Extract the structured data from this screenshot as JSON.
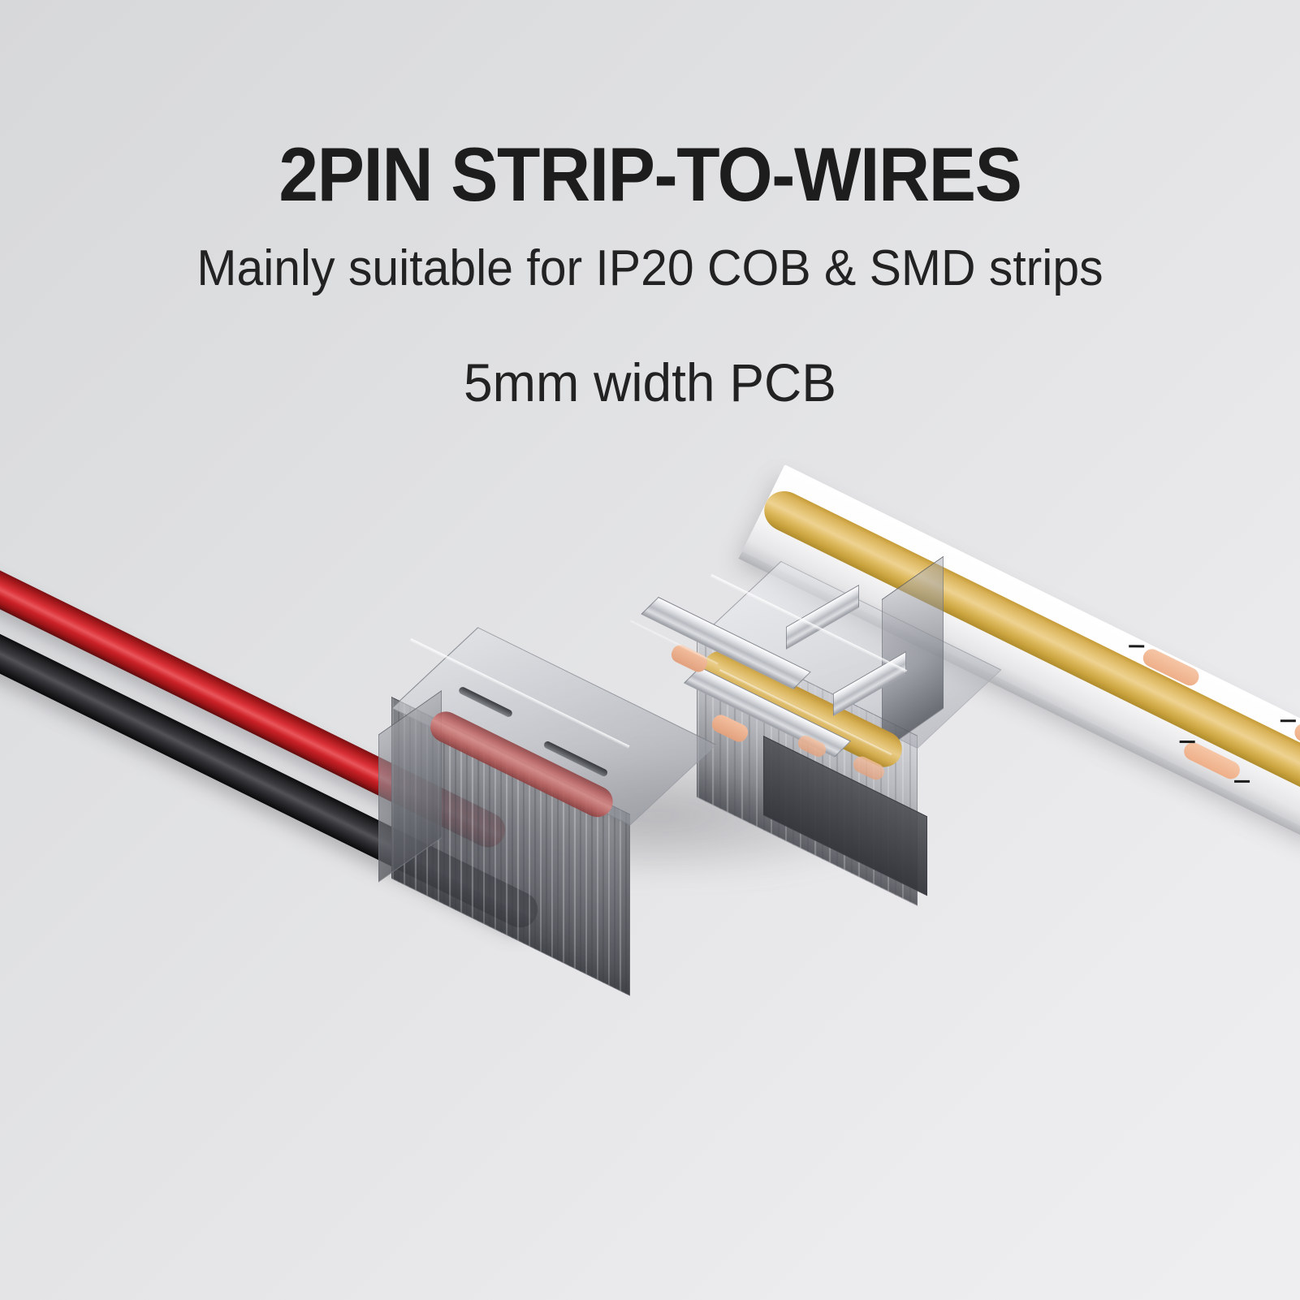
{
  "page": {
    "background_top_left": "#d7d8da",
    "background_bottom_right": "#eeeef0"
  },
  "heading": {
    "title": "2PIN STRIP-TO-WIRES",
    "subtitle_1": "Mainly suitable for IP20 COB & SMD strips",
    "subtitle_2": "5mm width PCB",
    "title_color": "#1d1d1d",
    "subtitle_color": "#222222"
  },
  "product": {
    "name": "2-pin strip-to-wires LED connector",
    "housing_label": "transparent smoke connector housing",
    "housing_color": "#6e7077",
    "contact_label": "metal spring contact",
    "contact_color": "#c9ccd2",
    "wires": [
      {
        "label": "red positive wire",
        "color": "#d93036"
      },
      {
        "label": "black negative wire",
        "color": "#2a2a2c"
      }
    ],
    "led_strip": {
      "label": "COB LED strip",
      "pcb_color": "#f7f7f7",
      "cob_color": "#e3c271",
      "solder_pad_color": "#f0b893",
      "pad_count": 4
    }
  }
}
